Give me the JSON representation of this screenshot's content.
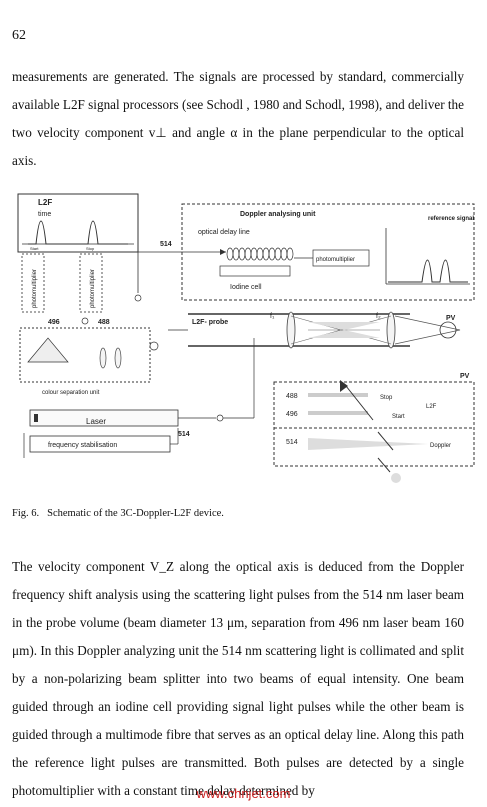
{
  "page_number": "62",
  "para1": "measurements are generated. The signals are processed by standard, commercially available L2F signal processors (see Schodl , 1980 and Schodl, 1998), and deliver the two velocity component v⊥ and angle α in the plane perpendicular to the optical axis.",
  "figure": {
    "l2f_title": "L2F",
    "time": "time",
    "start": "Start",
    "stop": "Stop",
    "photomultiplier": "photomultiplier",
    "n496": "496",
    "n488": "488",
    "n514": "514",
    "doppler_unit": "Doppler analysing unit",
    "optical_delay": "optical delay line",
    "photomultiplier_h": "photomultiplier",
    "iodine": "Iodine cell",
    "reference_signal": "reference\nsignal",
    "l2f_probe": "L2F- probe",
    "f1": "f₁",
    "f2": "f₂",
    "pv": "PV",
    "colour_sep": "colour separation unit",
    "laser": "Laser",
    "freq_stab": "frequency stabilisation",
    "inset_488": "488",
    "inset_496": "496",
    "inset_514": "514",
    "inset_stop": "Stop",
    "inset_start": "Start",
    "inset_l2f": "L2F",
    "inset_doppler": "Doppler"
  },
  "caption_label": "Fig. 6.",
  "caption_text": "Schematic of the 3C-Doppler-L2F device.",
  "para2": "The velocity component V_Z along the optical axis is deduced from the Doppler frequency shift analysis using the scattering light pulses from the 514 nm laser beam in the probe volume (beam diameter 13 μm, separation from 496 nm laser beam 160 μm). In this Doppler analyzing unit the 514 nm scattering light is collimated and split by a non-polarizing beam splitter into two beams of equal intensity. One beam guided through an iodine cell providing signal light pulses while the other beam is guided through a multimode fibre that serves as an optical delay line. Along this path the reference light pulses are transmitted. Both pulses are detected by a single photomultiplier with a constant time delay determined by",
  "watermark": "www.chnjet.com"
}
